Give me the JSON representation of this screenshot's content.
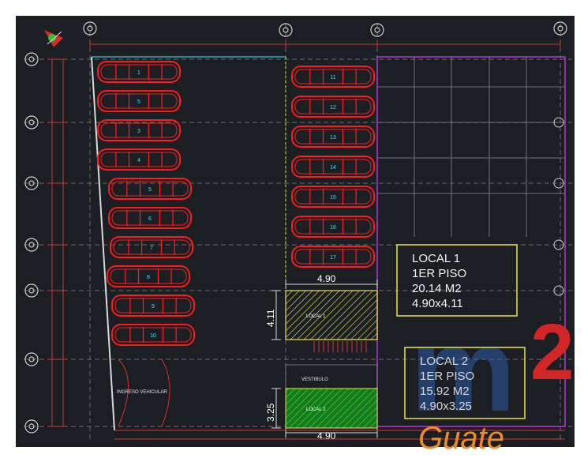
{
  "drawing": {
    "background": "#1b1f23",
    "colors": {
      "car": "#ff1a1a",
      "car_label": "#33e6ff",
      "cyan": "#23c8d8",
      "yellow": "#e8e64a",
      "magenta": "#b536d8",
      "green_hatch": "#2fbf2f",
      "grid": "#6d6d6d",
      "dim_red": "#d83030",
      "white": "#e6e6e6",
      "brand_blue": "#2e5aa8",
      "brand_red": "#d22626",
      "brand_orange": "#f08a24"
    },
    "cars_left": [
      "1",
      "5",
      "3",
      "4",
      "5",
      "6",
      "7",
      "8",
      "9",
      "10"
    ],
    "cars_right": [
      "11",
      "12",
      "13",
      "14",
      "15",
      "16",
      "17"
    ],
    "local1_small": "LOCAL 1",
    "local2_small": "LOCAL 2",
    "vestibulo": "VESTIBULO",
    "ingreso": "INGRESO VEHICULAR",
    "dim_top": "4.90",
    "dim_bottom": "4.90",
    "dim_left_1": "4.11",
    "dim_left_2": "3.25",
    "local1_box": [
      "LOCAL 1",
      "1ER PISO",
      "20.14 M2",
      "4.90x4.11"
    ],
    "local2_box": [
      "LOCAL 2",
      "1ER PISO",
      "15.92 M2",
      "4.90x3.25"
    ],
    "watermark_letter": "m",
    "watermark_num": "2",
    "watermark_word": "Guate"
  }
}
